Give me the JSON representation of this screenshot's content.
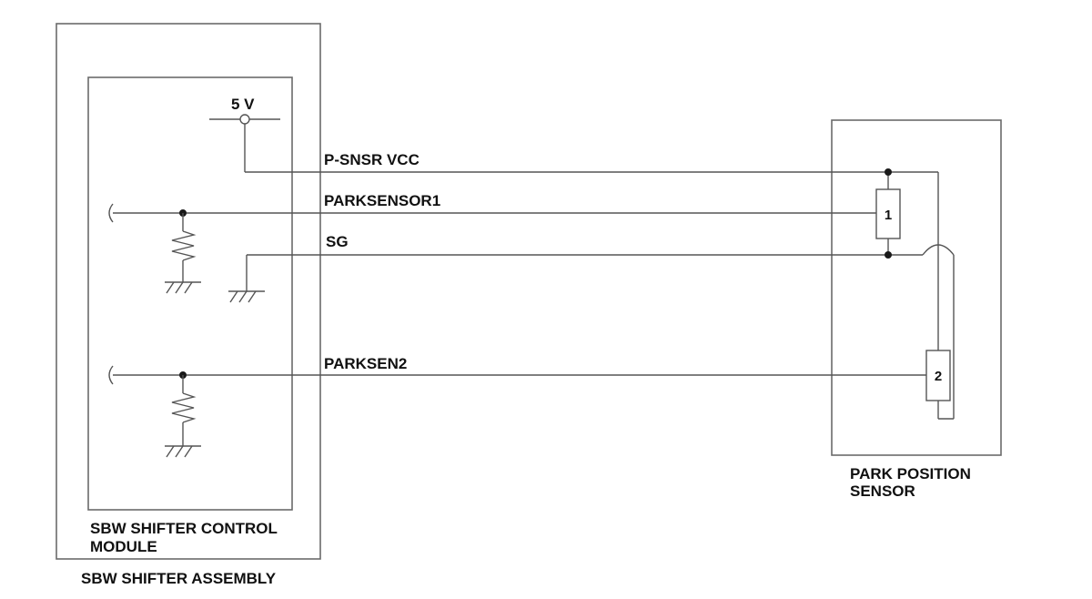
{
  "labels": {
    "supply_voltage": "5 V",
    "wire_vcc": "P-SNSR VCC",
    "wire_park1": "PARKSENSOR1",
    "wire_sg": "SG",
    "wire_park2": "PARKSEN2",
    "module_line1": "SBW SHIFTER CONTROL",
    "module_line2": "MODULE",
    "assembly": "SBW SHIFTER ASSEMBLY",
    "sensor_line1": "PARK POSITION",
    "sensor_line2": "SENSOR",
    "element1": "1",
    "element2": "2"
  }
}
